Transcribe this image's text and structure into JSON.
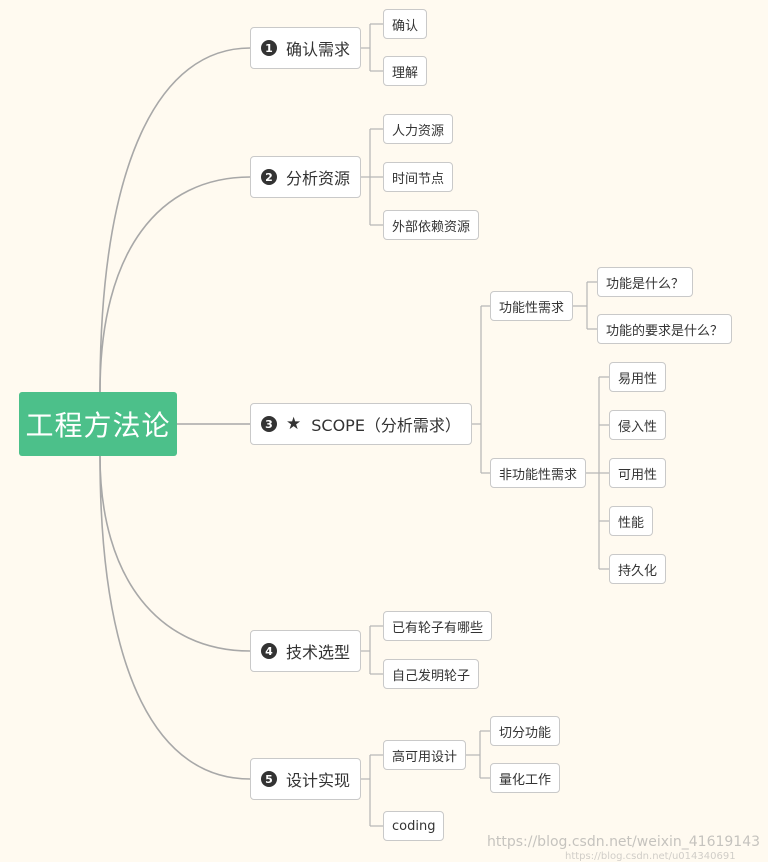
{
  "root": {
    "label": "工程方法论"
  },
  "branches": [
    {
      "number": "1",
      "label": "确认需求",
      "children": [
        "确认",
        "理解"
      ]
    },
    {
      "number": "2",
      "label": "分析资源",
      "children": [
        "人力资源",
        "时间节点",
        "外部依赖资源"
      ]
    },
    {
      "number": "3",
      "label": "SCOPE（分析需求）",
      "functional": {
        "label": "功能性需求",
        "children": [
          "功能是什么？",
          "功能的要求是什么？"
        ]
      },
      "non_functional": {
        "label": "非功能性需求",
        "children": [
          "易用性",
          "侵入性",
          "可用性",
          "性能",
          "持久化"
        ]
      }
    },
    {
      "number": "4",
      "label": "技术选型",
      "children": [
        "已有轮子有哪些",
        "自己发明轮子"
      ]
    },
    {
      "number": "5",
      "label": "设计实现",
      "ha": {
        "label": "高可用设计",
        "children": [
          "切分功能",
          "量化工作"
        ]
      },
      "coding": "coding"
    }
  ],
  "watermark": "https://blog.csdn.net/weixin_41619143",
  "watermark2": "https://blog.csdn.net/u014340691",
  "colors": {
    "root_bg": "#4cc08a",
    "line": "#aaaaaa",
    "background": "#fffaf0"
  },
  "icons": {
    "priority_3": "star-icon"
  }
}
